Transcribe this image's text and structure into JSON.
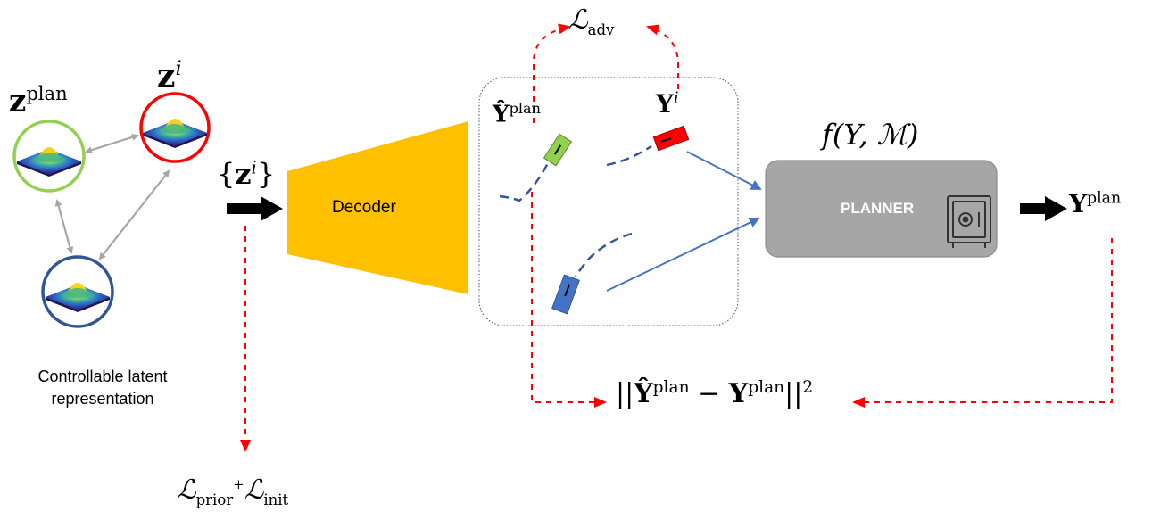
{
  "diagram": {
    "latent_caption": "Controllable latent representation",
    "latent_caption_line1": "Controllable latent",
    "latent_caption_line2": "representation",
    "decoder_label": "Decoder",
    "planner_label": "PLANNER",
    "planner_function": "f(Y, ℳ)",
    "latent_node_plan": {
      "symbol": "z",
      "sup": "plan"
    },
    "latent_node_i": {
      "symbol": "z",
      "sup": "i"
    },
    "decoder_input": {
      "open": "{",
      "symbol": "z",
      "sup": "i",
      "close": "}"
    },
    "traj_plan_label": {
      "symbol": "Ŷ",
      "sup": "plan"
    },
    "traj_i_label": {
      "symbol": "Y",
      "sup": "i"
    },
    "output_label": {
      "symbol": "Y",
      "sup": "plan"
    },
    "loss_adv": {
      "symbol": "ℒ",
      "sub": "adv"
    },
    "loss_prior_init": {
      "a_symbol": "ℒ",
      "a_sub": "prior",
      "plus": "+",
      "b_symbol": "ℒ",
      "b_sub": "init"
    },
    "loss_plan": {
      "open": "||",
      "a": "Ŷ",
      "a_sup": "plan",
      "minus": "−",
      "b": "Y",
      "b_sup": "plan",
      "close": "||",
      "exp": "2"
    }
  },
  "colors": {
    "decoder_fill": "#FFC000",
    "planner_fill": "#A6A6A6",
    "planner_border": "#808080",
    "node_green": "#92D050",
    "node_red": "#FF0000",
    "node_blue": "#2F5597",
    "car_green": "#92D050",
    "car_red": "#FF0000",
    "car_blue": "#4472C4",
    "flow_blue": "#4472C4",
    "loss_red": "#FF0000",
    "connector_gray": "#A6A6A6"
  },
  "icons": [
    "safe-icon"
  ]
}
